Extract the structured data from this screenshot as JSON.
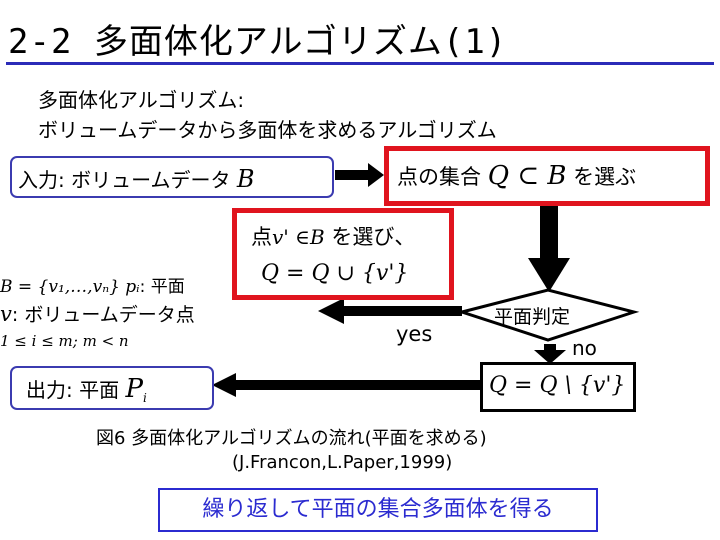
{
  "title": "2-2  多面体化アルゴリズム(1)",
  "description": {
    "line1": "多面体化アルゴリズム:",
    "line2": "ボリュームデータから多面体を求めるアルゴリズム"
  },
  "flow": {
    "input_label": "入力: ボリュームデータ ",
    "input_var": "B",
    "select_prefix": "点の集合 ",
    "select_math": "Q ⊂ B",
    "select_suffix": " を選ぶ",
    "pick_prefix": "点",
    "pick_math": "v' ∈B",
    "pick_suffix": " を選び、",
    "union_math": "Q = Q ∪ {v'}",
    "decision_label": "平面判定",
    "yes_label": "yes",
    "no_label": "no",
    "diff_math": "Q = Q \\ {v'}",
    "output_label": "出力: 平面 ",
    "output_var": "P",
    "output_sub": "i"
  },
  "side_notes": {
    "line1_math": "B = {v₁,…,vₙ}  pᵢ",
    "line1_text": ": 平面",
    "line2_math": "v",
    "line2_text": ": ボリュームデータ点",
    "line3_math": "1 ≤ i ≤ m; m < n"
  },
  "caption": {
    "line1": "図6  多面体化アルゴリズムの流れ(平面を求める)",
    "line2": "(J.Francon,L.Paper,1999)"
  },
  "summary": "繰り返して平面の集合多面体を得る",
  "colors": {
    "title_rule": "#2b2bb8",
    "red_box": "#e0141e",
    "blue_box": "#3b3bb0",
    "summary_text": "#2b2bd0"
  }
}
